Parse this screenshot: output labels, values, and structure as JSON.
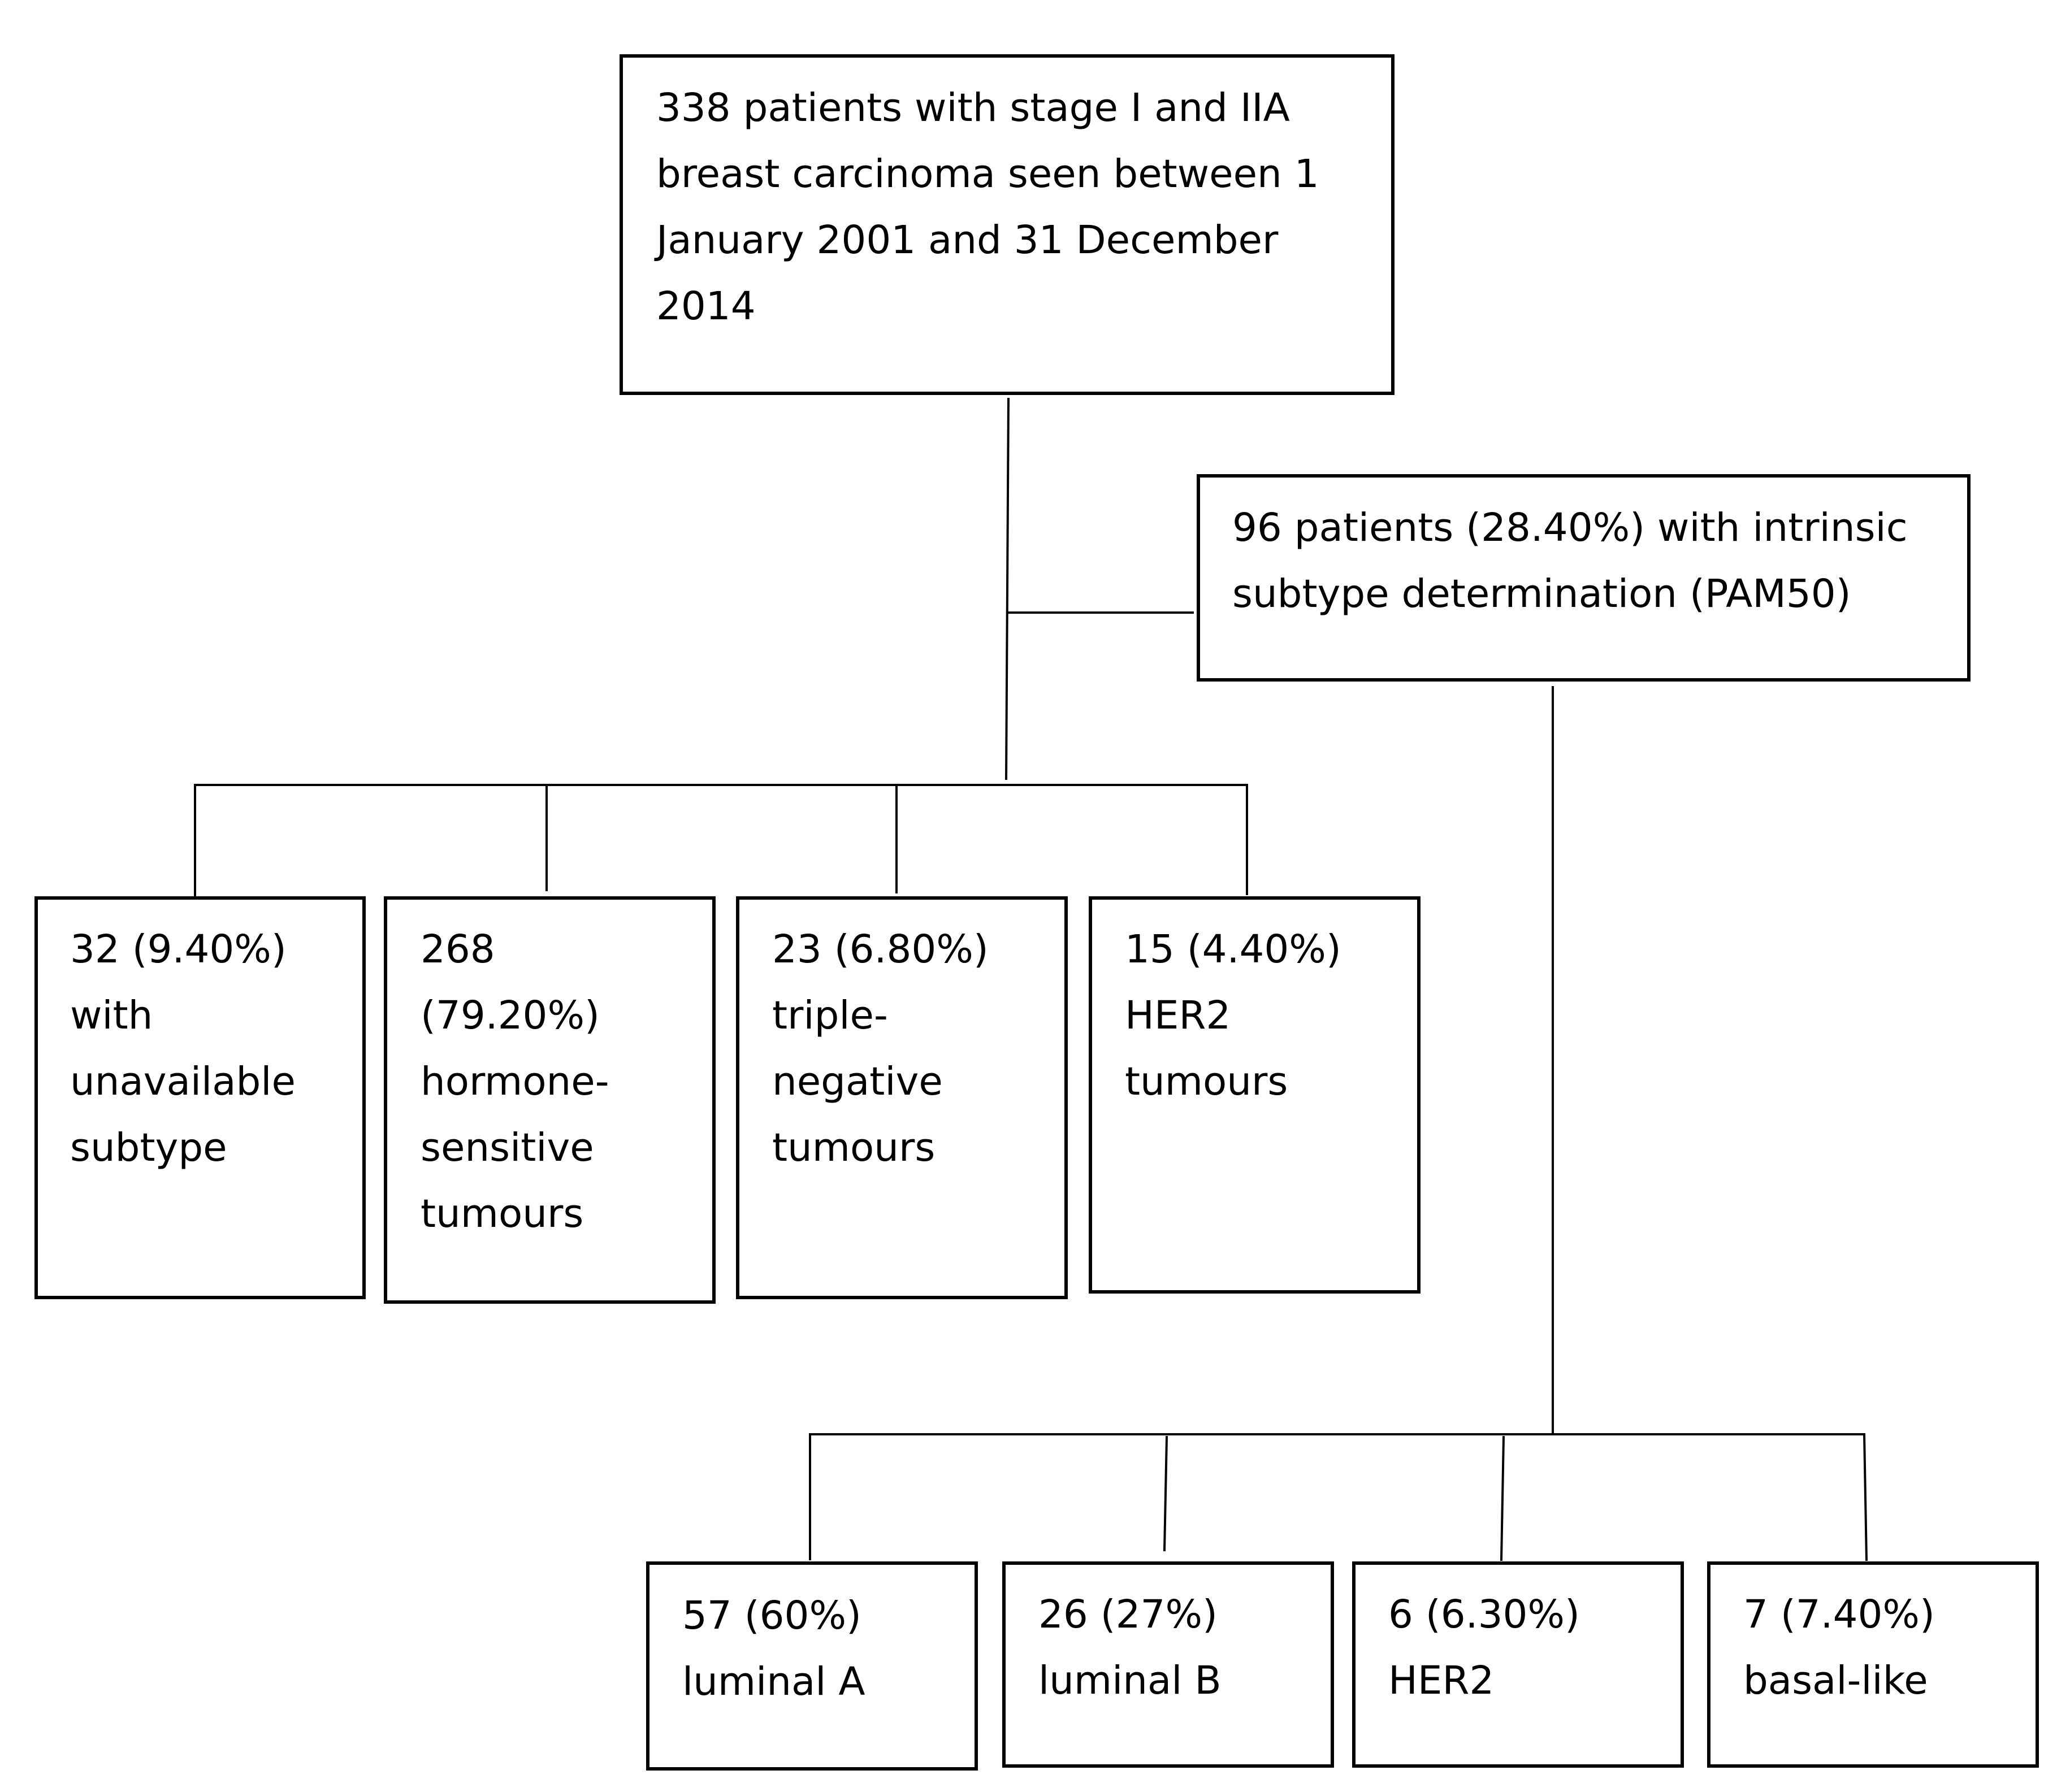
{
  "flowchart": {
    "root": {
      "text": "338 patients with stage I and IIA\nbreast carcinoma seen between 1\nJanuary 2001 and 31 December\n2014"
    },
    "pam50": {
      "text": "96 patients (28.40%) with intrinsic\nsubtype determination (PAM50)"
    },
    "clinical_subtypes": [
      {
        "text": "32 (9.40%)\nwith\nunavailable\nsubtype"
      },
      {
        "text": "268\n(79.20%)\nhormone-\nsensitive\ntumours"
      },
      {
        "text": "23 (6.80%)\ntriple-\nnegative\ntumours"
      },
      {
        "text": "15 (4.40%)\nHER2\ntumours"
      }
    ],
    "intrinsic_subtypes": [
      {
        "text": "57 (60%)\nluminal A"
      },
      {
        "text": "26 (27%)\nluminal B"
      },
      {
        "text": "6 (6.30%)\nHER2"
      },
      {
        "text": "7 (7.40%)\nbasal-like"
      }
    ]
  }
}
